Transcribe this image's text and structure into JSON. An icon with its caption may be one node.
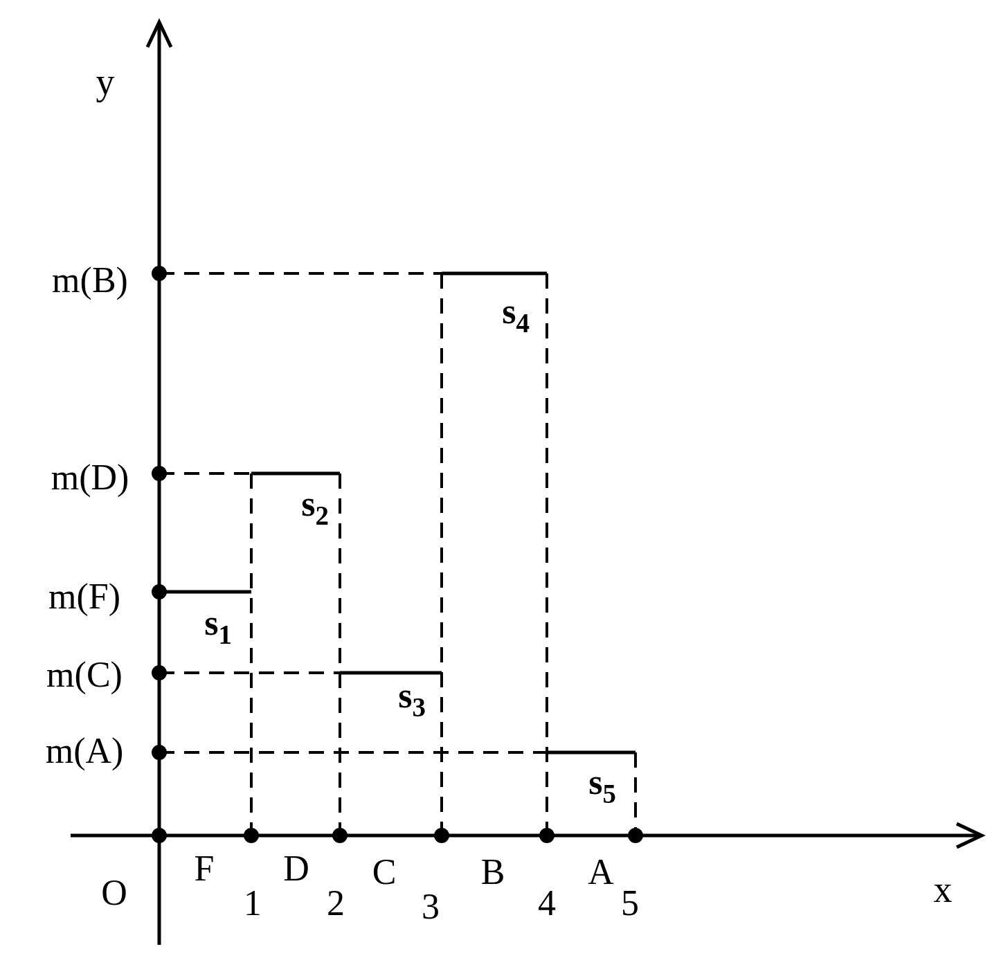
{
  "diagram": {
    "labels": [
      "y",
      "m(B)",
      "s$_{4}$",
      "m(D)",
      "s$_{2}$",
      "m(F)",
      "s$_{1}$",
      "m(C)",
      "s$_{3}$",
      "m(A)",
      "s$_{5}$",
      "F",
      "D",
      "C",
      "B",
      "A",
      "O",
      "1",
      "2",
      "3",
      "4",
      "5",
      "x"
    ]
  }
}
